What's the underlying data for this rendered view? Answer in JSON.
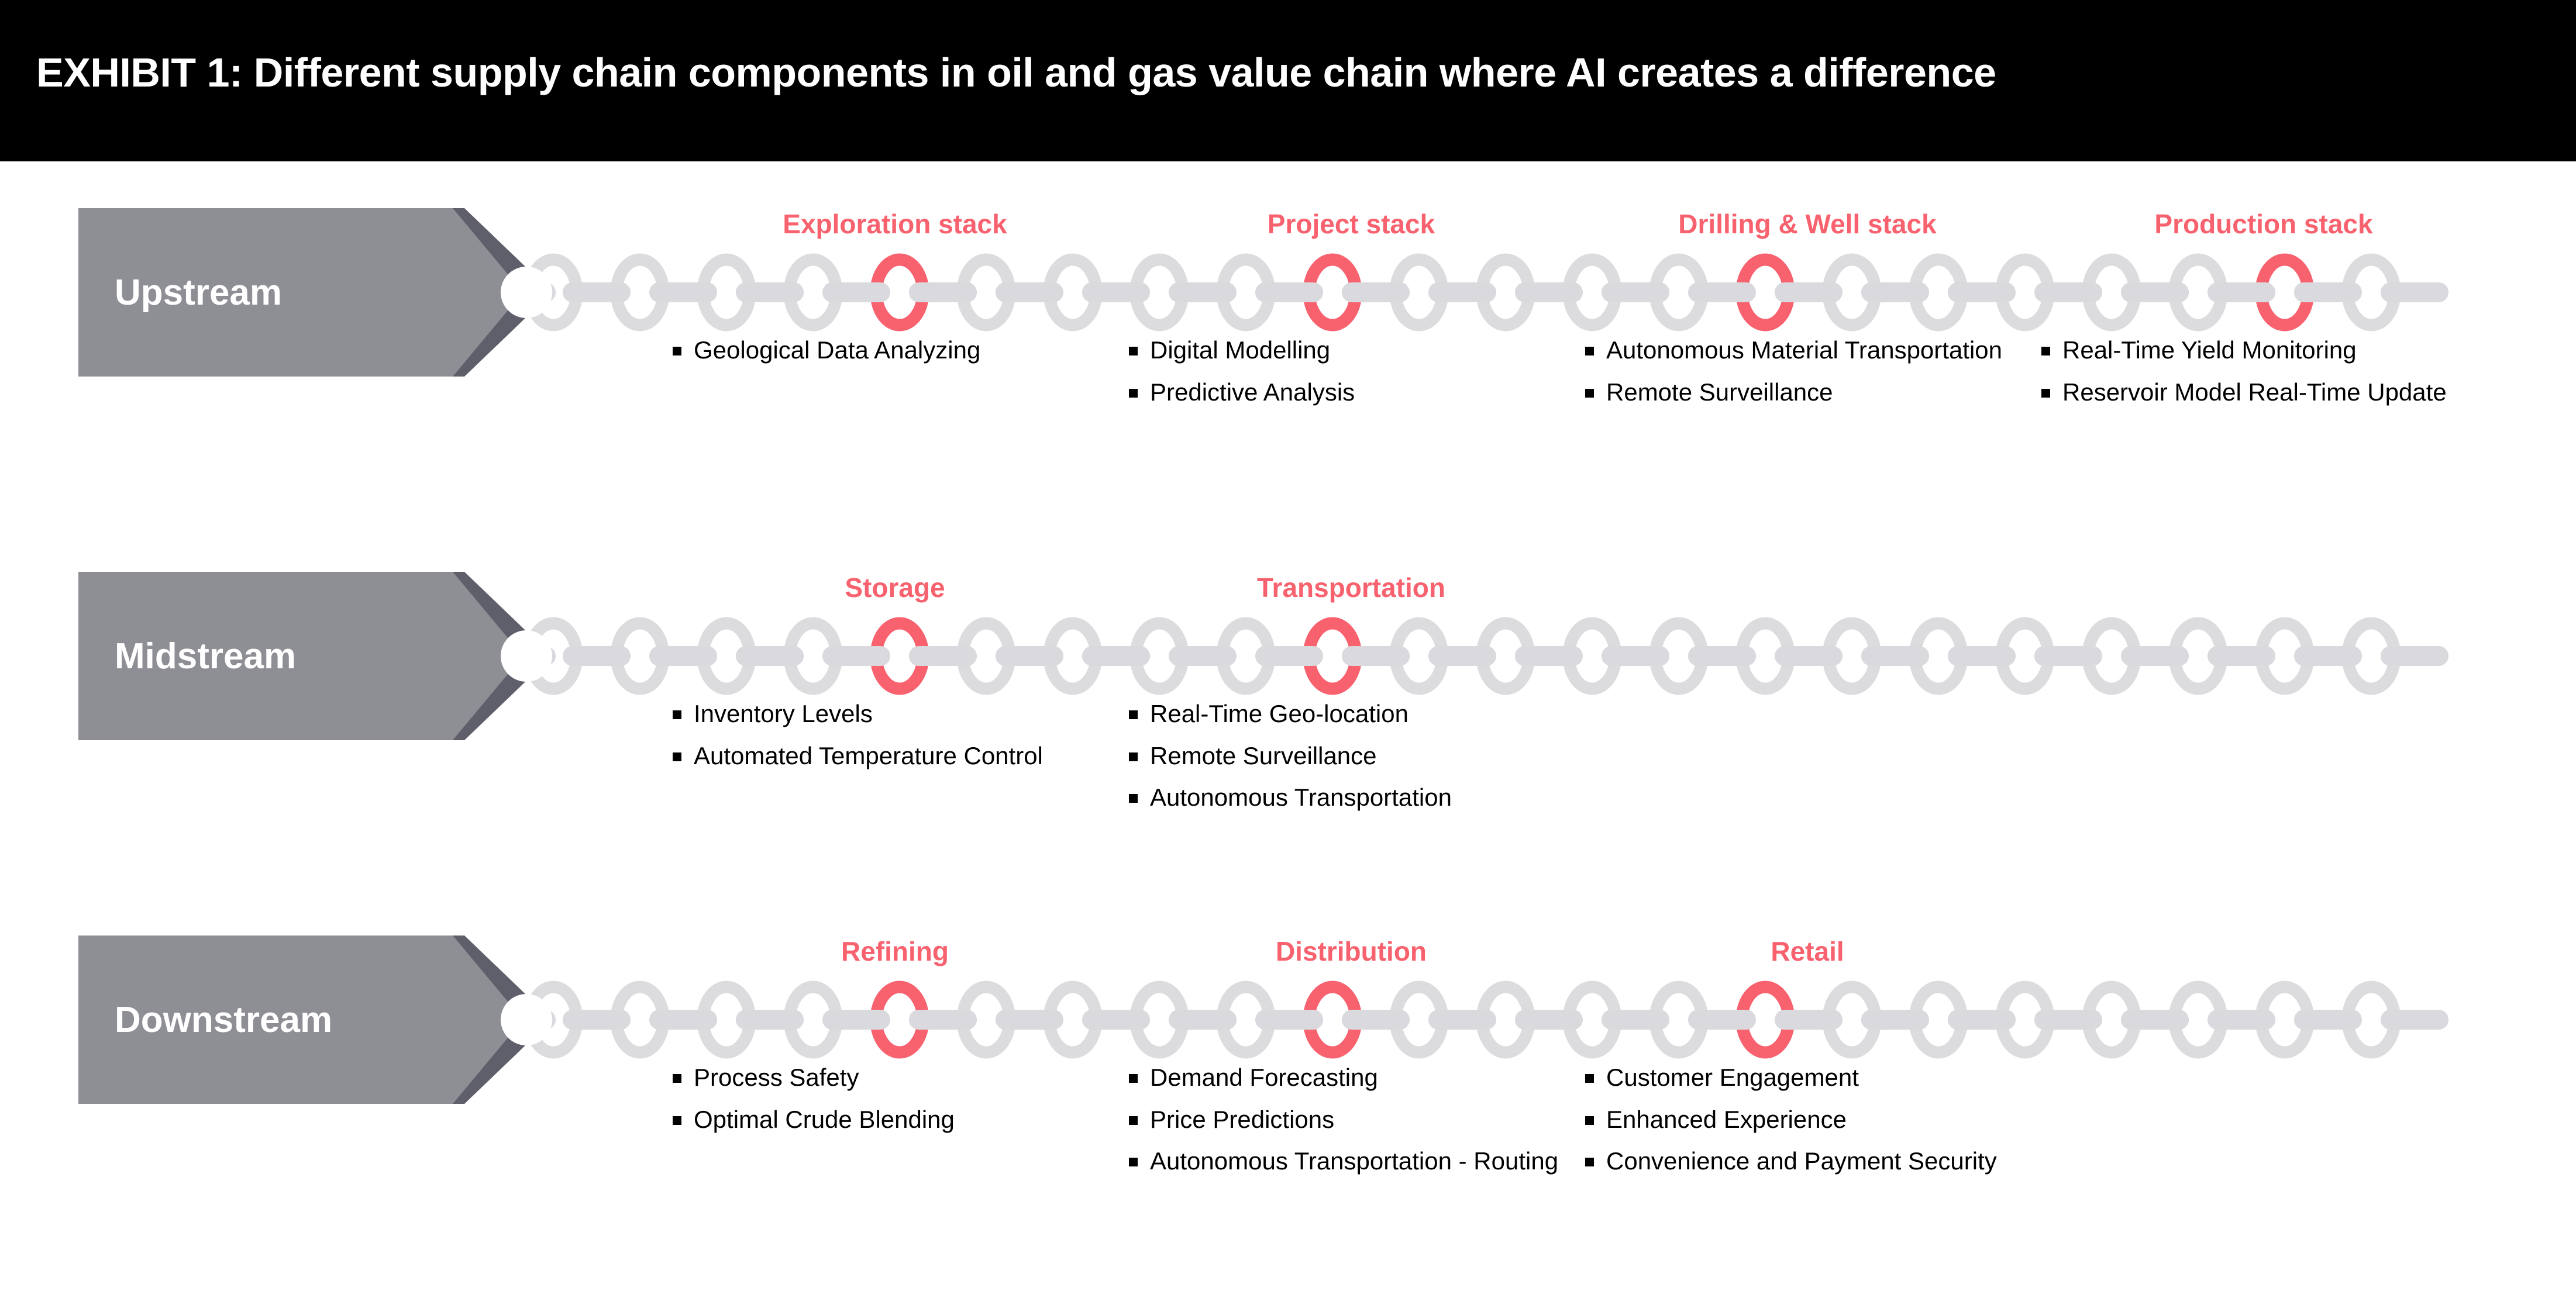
{
  "header": {
    "title": "EXHIBIT 1: Different supply chain components in oil and gas value chain where AI creates a difference",
    "background": "#000000",
    "text_color": "#ffffff"
  },
  "theme": {
    "accent_red": "#f8616e",
    "arrow_fill": "#8e8e95",
    "arrow_point": "#5f5f6b",
    "chain_gray": "#dcdcdf",
    "chain_bar": "#d9d9de",
    "anchor": "#ffffff",
    "bullet_text": "#000000",
    "page_background": "#ffffff"
  },
  "rows": [
    {
      "segment": "Upstream",
      "chain_highlight_count": 4,
      "stacks": [
        {
          "title": "Exploration stack",
          "items": [
            "Geological Data Analyzing"
          ]
        },
        {
          "title": "Project stack",
          "items": [
            "Digital Modelling",
            "Predictive Analysis"
          ]
        },
        {
          "title": "Drilling & Well stack",
          "items": [
            "Autonomous Material Transportation",
            "Remote Surveillance"
          ]
        },
        {
          "title": "Production stack",
          "items": [
            "Real-Time Yield Monitoring",
            "Reservoir Model Real-Time Update"
          ]
        }
      ]
    },
    {
      "segment": "Midstream",
      "chain_highlight_count": 2,
      "stacks": [
        {
          "title": "Storage",
          "items": [
            "Inventory Levels",
            "Automated Temperature Control"
          ]
        },
        {
          "title": "Transportation",
          "items": [
            "Real-Time Geo-location",
            "Remote Surveillance",
            "Autonomous Transportation"
          ]
        }
      ]
    },
    {
      "segment": "Downstream",
      "chain_highlight_count": 3,
      "stacks": [
        {
          "title": "Refining",
          "items": [
            "Process Safety",
            "Optimal Crude Blending"
          ]
        },
        {
          "title": "Distribution",
          "items": [
            "Demand Forecasting",
            "Price Predictions",
            "Autonomous Transportation - Routing"
          ]
        },
        {
          "title": "Retail",
          "items": [
            "Customer Engagement",
            "Enhanced Experience",
            "Convenience and Payment Security"
          ]
        }
      ]
    }
  ]
}
